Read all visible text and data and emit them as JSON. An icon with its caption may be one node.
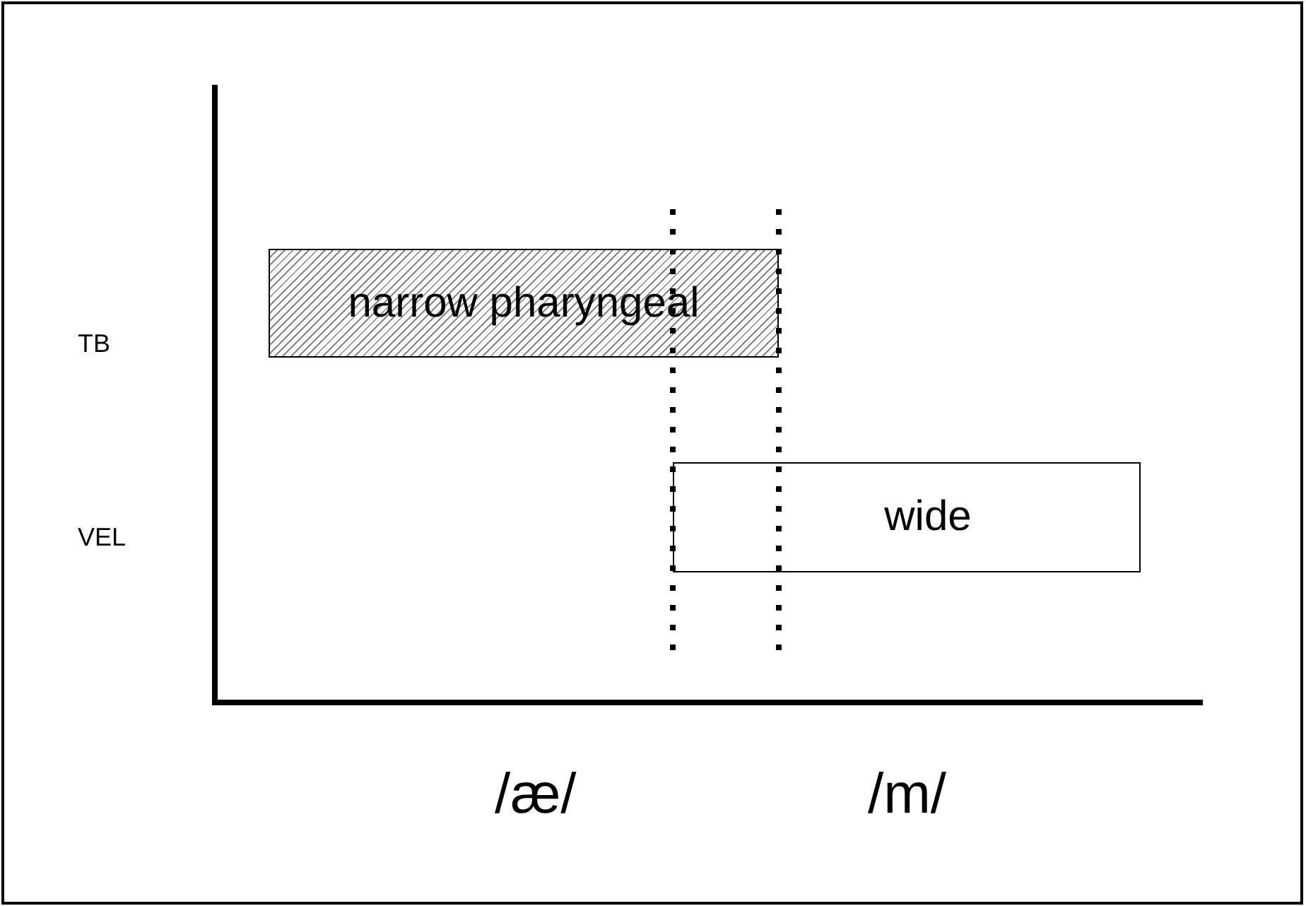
{
  "diagram": {
    "nodes": [
      {
        "text": [
          "narrow pharyngeal"
        ]
      },
      {
        "text": [
          "wide"
        ]
      }
    ],
    "labels": [
      "TB",
      "VEL",
      "/æ/",
      "/m/"
    ]
  }
}
